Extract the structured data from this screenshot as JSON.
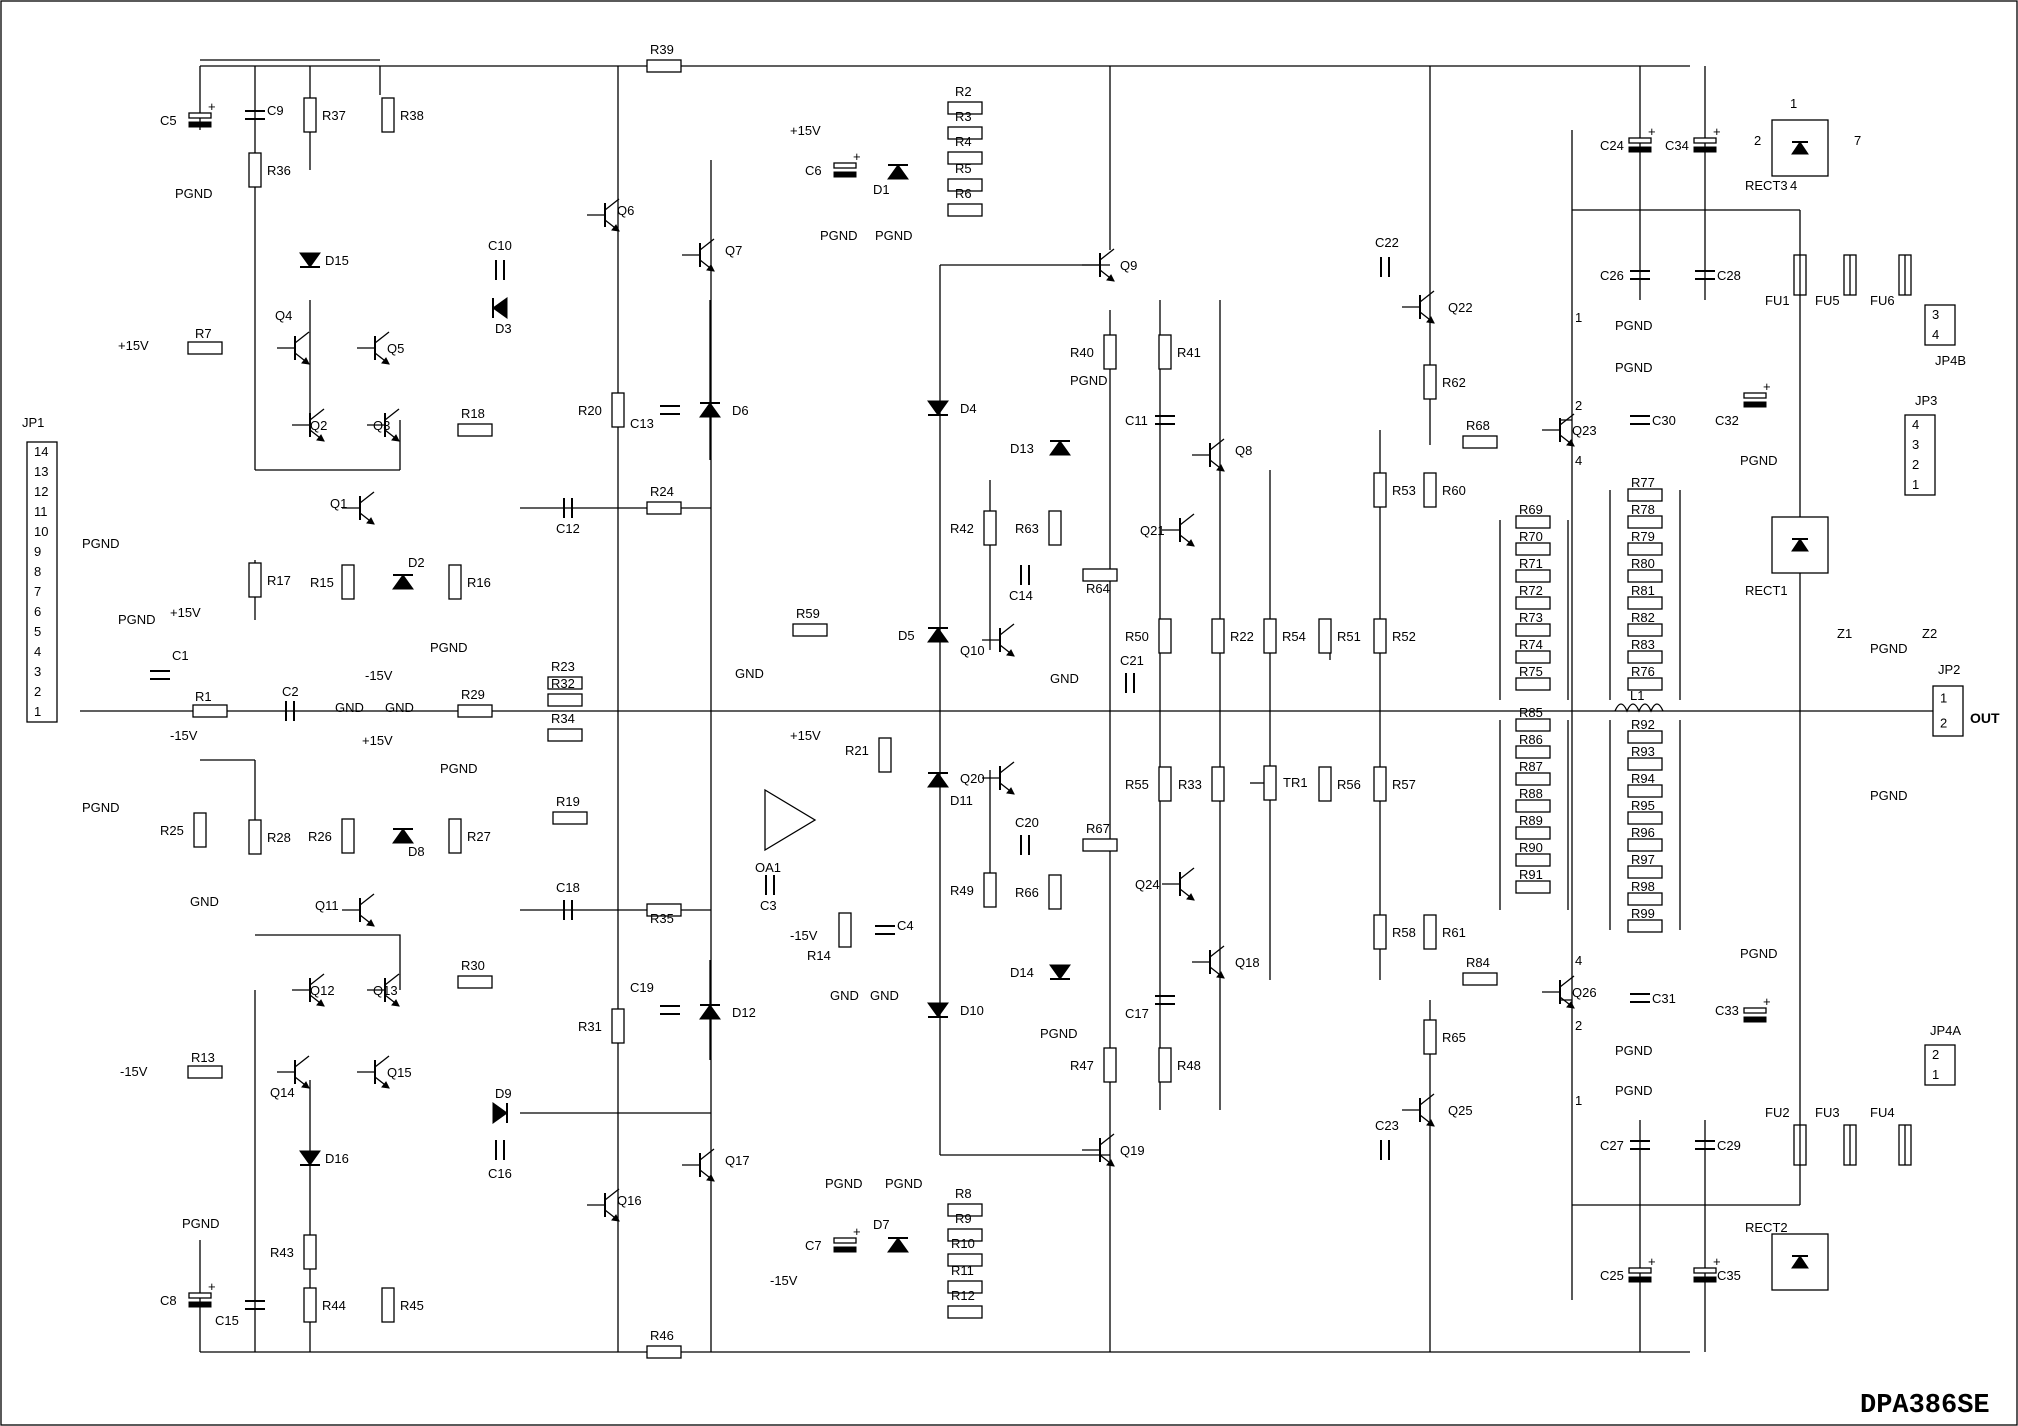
{
  "title": "DPA386SE",
  "rails": {
    "pos": "+15V",
    "neg": "-15V",
    "gnd": "GND",
    "pgnd": "PGND",
    "out": "OUT"
  },
  "connectors": [
    {
      "name": "JP1",
      "pins": [
        "14",
        "13",
        "12",
        "11",
        "10",
        "9",
        "8",
        "7",
        "6",
        "5",
        "4",
        "3",
        "2",
        "1"
      ]
    },
    {
      "name": "JP2",
      "pins": [
        "1",
        "2"
      ]
    },
    {
      "name": "JP3",
      "pins": [
        "4",
        "3",
        "2",
        "1"
      ]
    },
    {
      "name": "JP4A",
      "pins": [
        "2",
        "1"
      ]
    },
    {
      "name": "JP4B",
      "pins": [
        "3",
        "4"
      ]
    }
  ],
  "resistors": [
    "R1",
    "R2",
    "R3",
    "R4",
    "R5",
    "R6",
    "R7",
    "R8",
    "R9",
    "R10",
    "R11",
    "R12",
    "R13",
    "R14",
    "R15",
    "R16",
    "R17",
    "R18",
    "R19",
    "R20",
    "R21",
    "R22",
    "R23",
    "R24",
    "R25",
    "R26",
    "R27",
    "R28",
    "R29",
    "R30",
    "R31",
    "R32",
    "R33",
    "R34",
    "R35",
    "R36",
    "R37",
    "R38",
    "R39",
    "R40",
    "R41",
    "R42",
    "R43",
    "R44",
    "R45",
    "R46",
    "R47",
    "R48",
    "R49",
    "R50",
    "R51",
    "R52",
    "R53",
    "R54",
    "R55",
    "R56",
    "R57",
    "R58",
    "R59",
    "R60",
    "R61",
    "R62",
    "R63",
    "R64",
    "R65",
    "R66",
    "R67",
    "R68",
    "R69",
    "R70",
    "R71",
    "R72",
    "R73",
    "R74",
    "R75",
    "R76",
    "R77",
    "R78",
    "R79",
    "R80",
    "R81",
    "R82",
    "R83",
    "R84",
    "R85",
    "R86",
    "R87",
    "R88",
    "R89",
    "R90",
    "R91",
    "R92",
    "R93",
    "R94",
    "R95",
    "R96",
    "R97",
    "R98",
    "R99"
  ],
  "capacitors": [
    "C1",
    "C2",
    "C3",
    "C4",
    "C5",
    "C6",
    "C7",
    "C8",
    "C9",
    "C10",
    "C11",
    "C12",
    "C13",
    "C14",
    "C15",
    "C16",
    "C17",
    "C18",
    "C19",
    "C20",
    "C21",
    "C22",
    "C23",
    "C24",
    "C25",
    "C26",
    "C27",
    "C28",
    "C29",
    "C30",
    "C31",
    "C32",
    "C33",
    "C34",
    "C35"
  ],
  "transistors": [
    "Q1",
    "Q2",
    "Q3",
    "Q4",
    "Q5",
    "Q6",
    "Q7",
    "Q8",
    "Q9",
    "Q10",
    "Q11",
    "Q12",
    "Q13",
    "Q14",
    "Q15",
    "Q16",
    "Q17",
    "Q18",
    "Q19",
    "Q20",
    "Q21",
    "Q22",
    "Q23",
    "Q24",
    "Q25",
    "Q26"
  ],
  "diodes": [
    "D1",
    "D2",
    "D3",
    "D4",
    "D5",
    "D6",
    "D7",
    "D8",
    "D9",
    "D10",
    "D11",
    "D12",
    "D13",
    "D14",
    "D15",
    "D16"
  ],
  "fuses": [
    "FU1",
    "FU2",
    "FU3",
    "FU4",
    "FU5",
    "FU6"
  ],
  "rectifiers": [
    "RECT1",
    "RECT2",
    "RECT3"
  ],
  "other": [
    "OA1",
    "L1",
    "TR1",
    "Z1",
    "Z2"
  ],
  "pin_numbers": [
    "1",
    "2",
    "3",
    "4",
    "6",
    "7"
  ]
}
